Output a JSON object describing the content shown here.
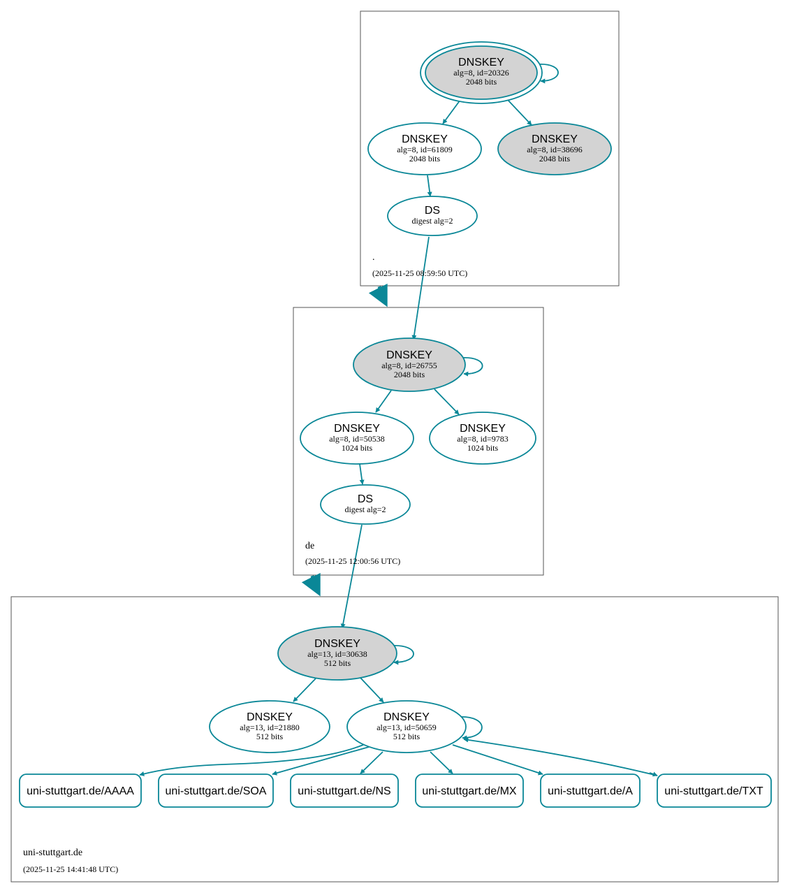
{
  "zones": {
    "root": {
      "name": ".",
      "timestamp": "(2025-11-25 08:59:50 UTC)",
      "nodes": {
        "ksk": {
          "title": "DNSKEY",
          "line1": "alg=8, id=20326",
          "line2": "2048 bits",
          "filled": true,
          "trust_anchor": true
        },
        "zsk_active": {
          "title": "DNSKEY",
          "line1": "alg=8, id=61809",
          "line2": "2048 bits",
          "filled": false
        },
        "zsk_other": {
          "title": "DNSKEY",
          "line1": "alg=8, id=38696",
          "line2": "2048 bits",
          "filled": true
        },
        "ds": {
          "title": "DS",
          "line1": "digest alg=2"
        }
      }
    },
    "de": {
      "name": "de",
      "timestamp": "(2025-11-25 12:00:56 UTC)",
      "nodes": {
        "ksk": {
          "title": "DNSKEY",
          "line1": "alg=8, id=26755",
          "line2": "2048 bits",
          "filled": true
        },
        "zsk_active": {
          "title": "DNSKEY",
          "line1": "alg=8, id=50538",
          "line2": "1024 bits",
          "filled": false
        },
        "zsk_other": {
          "title": "DNSKEY",
          "line1": "alg=8, id=9783",
          "line2": "1024 bits",
          "filled": false
        },
        "ds": {
          "title": "DS",
          "line1": "digest alg=2"
        }
      }
    },
    "uni": {
      "name": "uni-stuttgart.de",
      "timestamp": "(2025-11-25 14:41:48 UTC)",
      "nodes": {
        "ksk": {
          "title": "DNSKEY",
          "line1": "alg=13, id=30638",
          "line2": "512 bits",
          "filled": true
        },
        "zsk_other": {
          "title": "DNSKEY",
          "line1": "alg=13, id=21880",
          "line2": "512 bits",
          "filled": false
        },
        "zsk_active": {
          "title": "DNSKEY",
          "line1": "alg=13, id=50659",
          "line2": "512 bits",
          "filled": false
        }
      },
      "rrsets": [
        {
          "label": "uni-stuttgart.de/AAAA"
        },
        {
          "label": "uni-stuttgart.de/SOA"
        },
        {
          "label": "uni-stuttgart.de/NS"
        },
        {
          "label": "uni-stuttgart.de/MX"
        },
        {
          "label": "uni-stuttgart.de/A"
        },
        {
          "label": "uni-stuttgart.de/TXT"
        }
      ]
    }
  },
  "colors": {
    "edge": "#0a8797",
    "filled_node": "#d3d3d3",
    "empty_node": "#ffffff",
    "zone_border": "#555555"
  }
}
